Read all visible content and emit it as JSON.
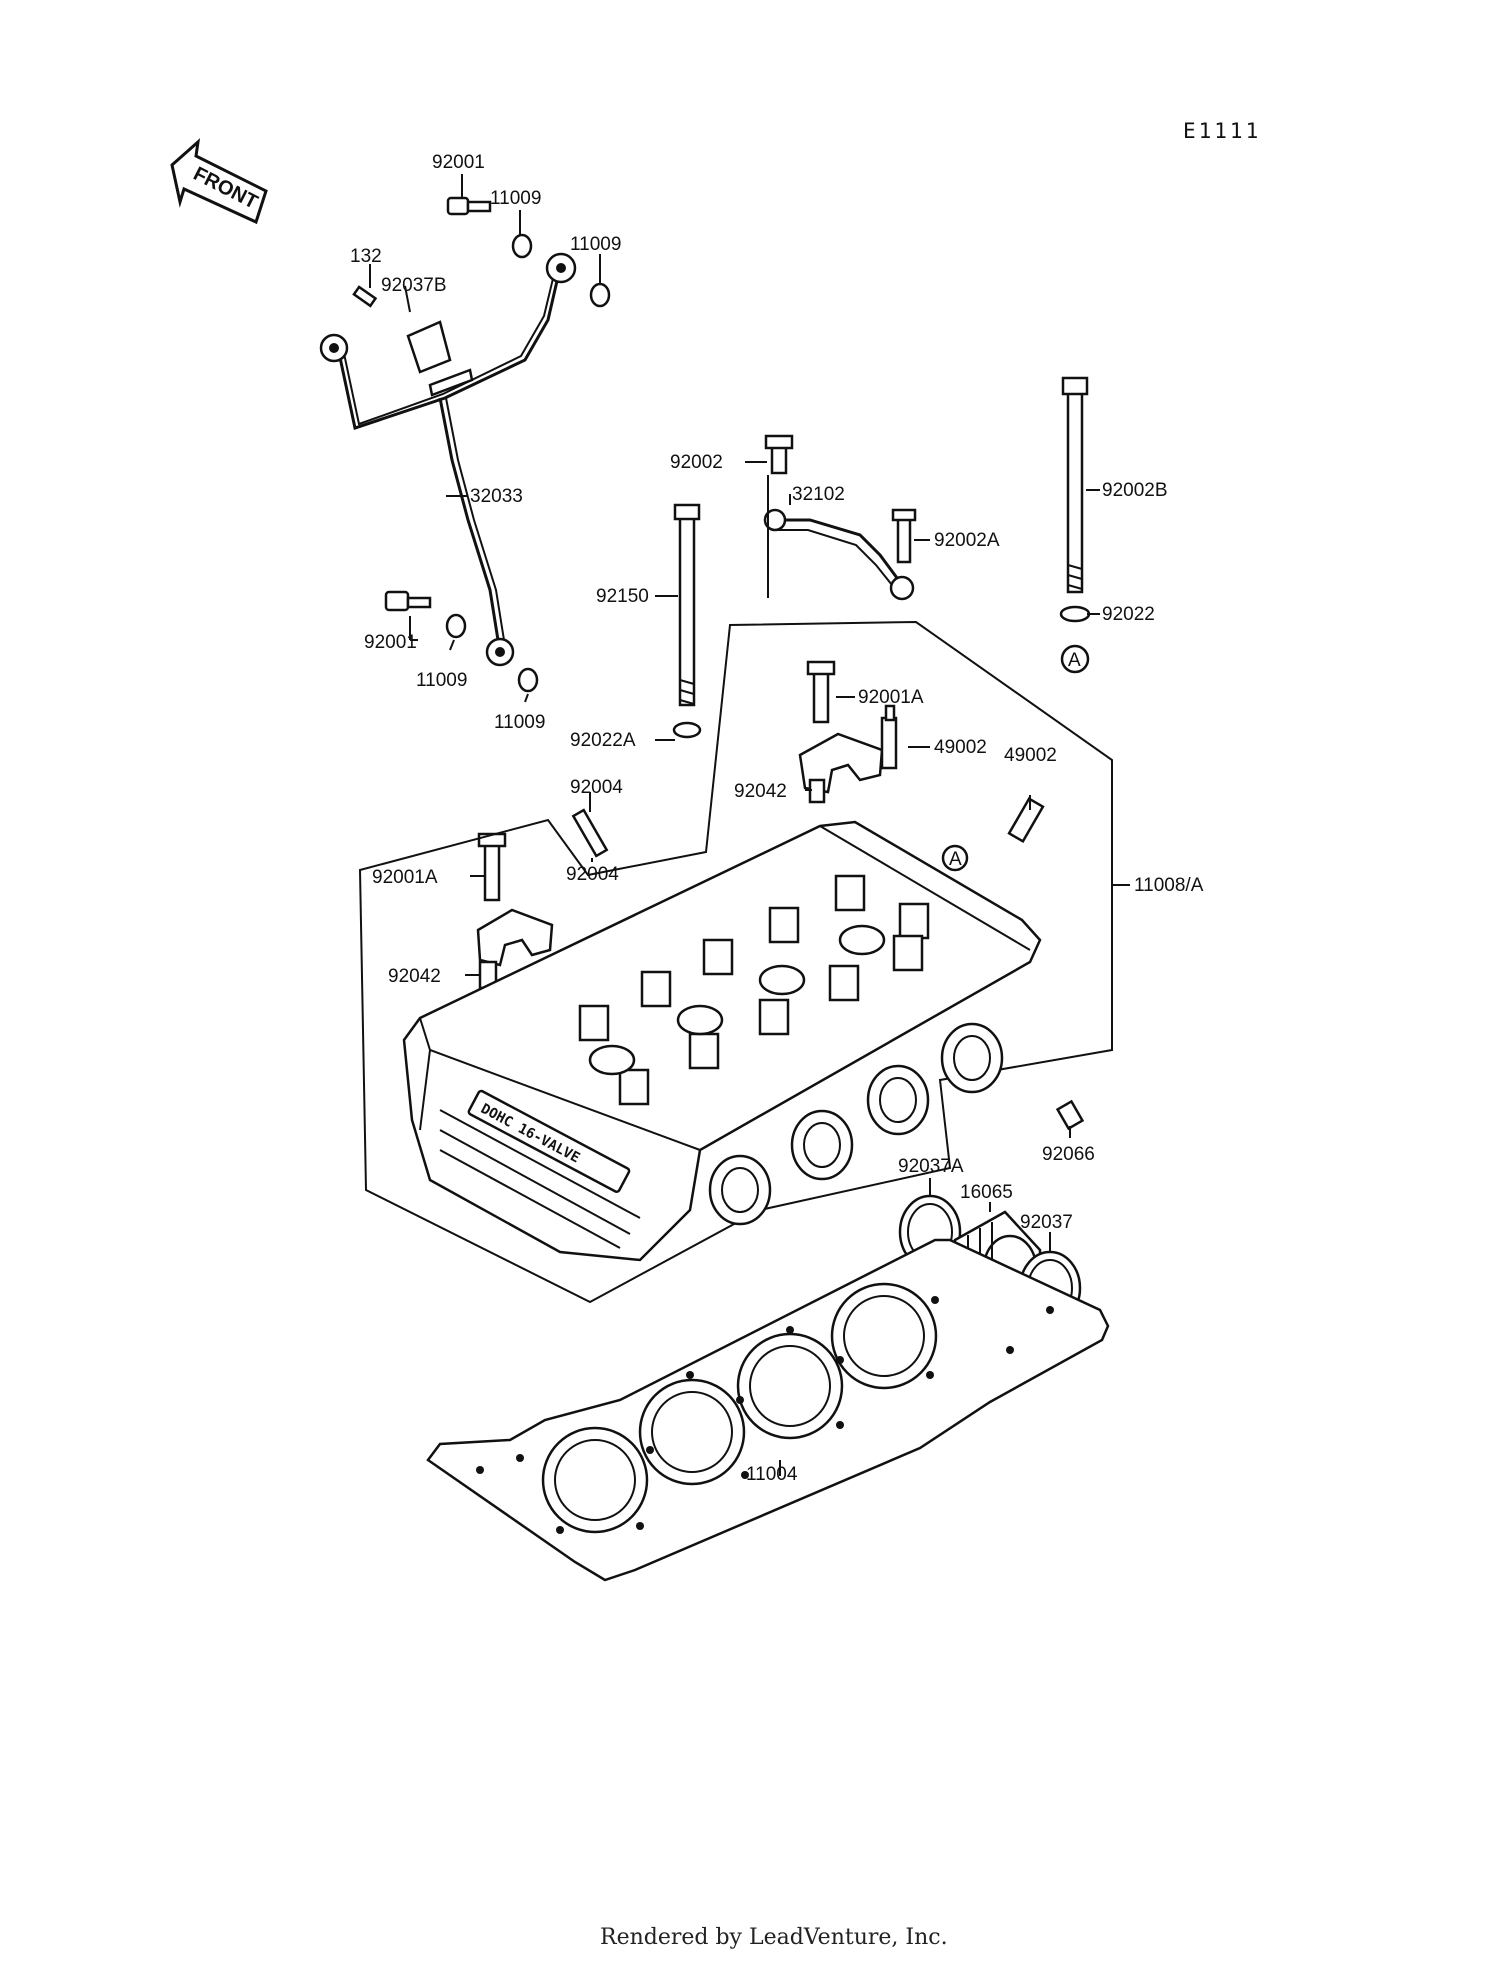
{
  "diagram_code": "E1111",
  "front_label": "FRONT",
  "footer": "Rendered by LeadVenture, Inc.",
  "engraving": "DOHC 16-VALVE",
  "reference_marker": "A",
  "parts": {
    "p92001_top": "92001",
    "p11009_a": "11009",
    "p11009_b": "11009",
    "p132": "132",
    "p92037B": "92037B",
    "p32033": "32033",
    "p92001_mid": "92001",
    "p11009_c": "11009",
    "p11009_d": "11009",
    "p92002": "92002",
    "p32102": "32102",
    "p92002A": "92002A",
    "p92002B": "92002B",
    "p92022": "92022",
    "p92150": "92150",
    "p92001A_top": "92001A",
    "p49002_a": "49002",
    "p49002_b": "49002",
    "p92022A": "92022A",
    "p92042_top": "92042",
    "p92004_a": "92004",
    "p92004_b": "92004",
    "p92001A_left": "92001A",
    "p11008A": "11008/A",
    "p92042_left": "92042",
    "p92066": "92066",
    "p92037A": "92037A",
    "p16065": "16065",
    "p92037": "92037",
    "p11004": "11004"
  }
}
